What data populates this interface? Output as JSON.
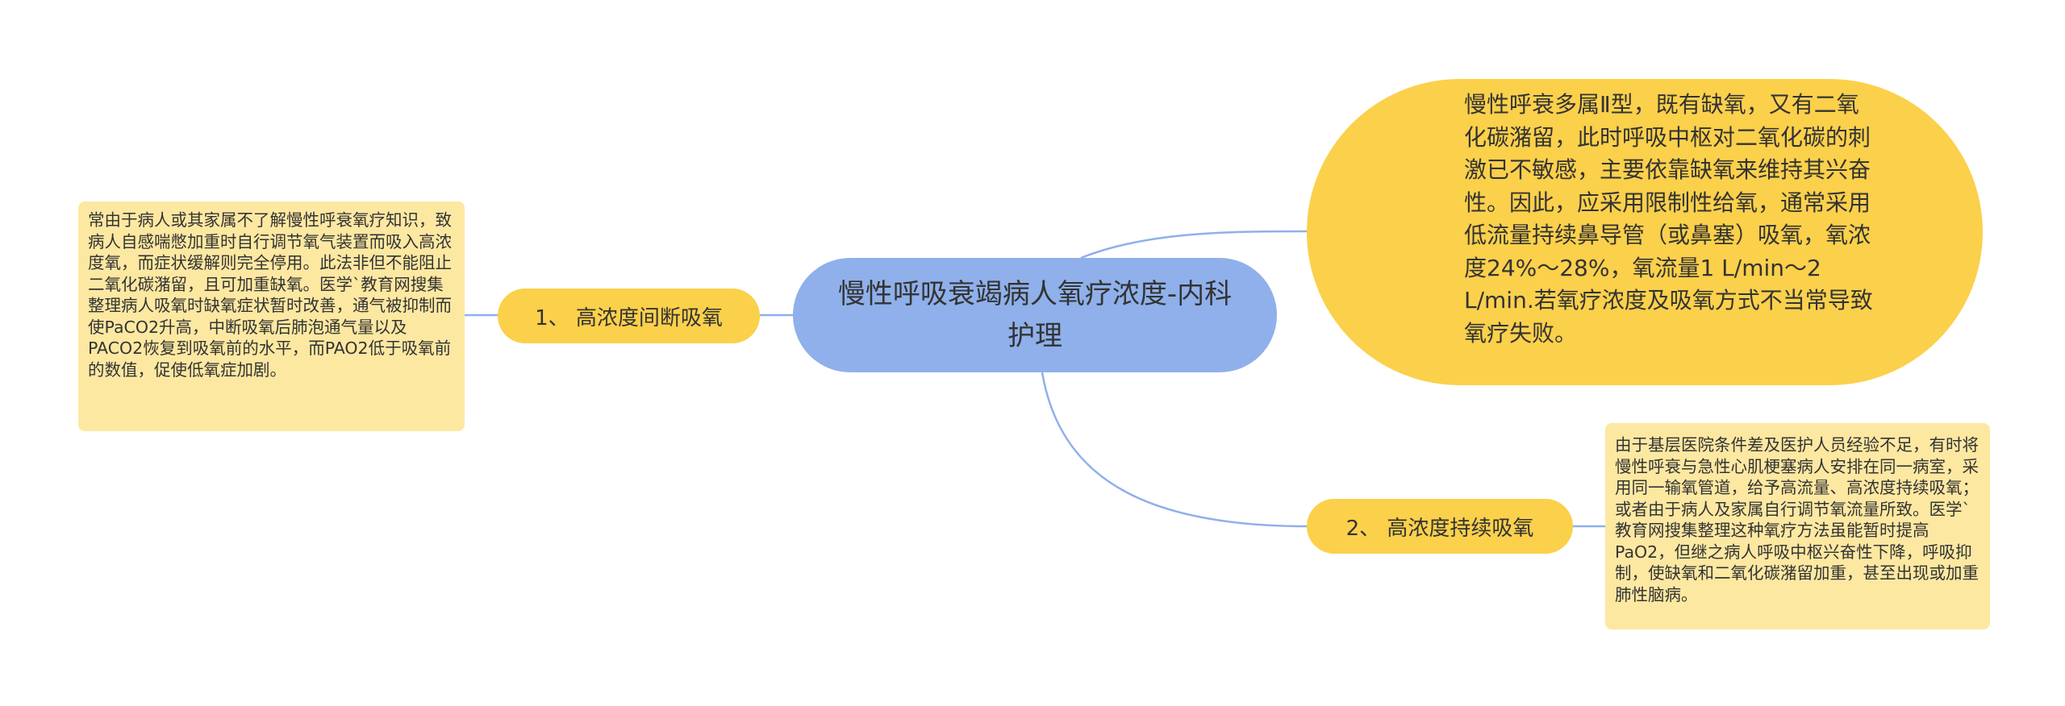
{
  "central": {
    "title": "慢性呼吸衰竭病人氧疗浓度-内科护理"
  },
  "branches": [
    {
      "label": "1、 高浓度间断吸氧"
    },
    {
      "label": "2、 高浓度持续吸氧"
    }
  ],
  "intro_bubble": {
    "text": "慢性呼衰多属Ⅱ型，既有缺氧，又有二氧化碳潴留，此时呼吸中枢对二氧化碳的刺激已不敏感，主要依靠缺氧来维持其兴奋性。因此，应采用限制性给氧，通常采用低流量持续鼻导管（或鼻塞）吸氧，氧浓度24%～28%，氧流量1 L/min～2 L/min.若氧疗浓度及吸氧方式不当常导致氧疗失败。"
  },
  "details": [
    {
      "text": "常由于病人或其家属不了解慢性呼衰氧疗知识，致病人自感喘憋加重时自行调节氧气装置而吸入高浓度氧，而症状缓解则完全停用。此法非但不能阻止二氧化碳潴留，且可加重缺氧。医学`教育网搜集整理病人吸氧时缺氧症状暂时改善，通气被抑制而使PaCO2升高，中断吸氧后肺泡通气量以及PACO2恢复到吸氧前的水平，而PAO2低于吸氧前的数值，促使低氧症加剧。"
    },
    {
      "text": "由于基层医院条件差及医护人员经验不足，有时将慢性呼衰与急性心肌梗塞病人安排在同一病室，采用同一输氧管道，给予高流量、高浓度持续吸氧；或者由于病人及家属自行调节氧流量所致。医学`教育网搜集整理这种氧疗方法虽能暂时提高PaO2，但继之病人呼吸中枢兴奋性下降，呼吸抑制，使缺氧和二氧化碳潴留加重，甚至出现或加重肺性脑病。"
    }
  ],
  "colors": {
    "central_fill": "#8fb0ea",
    "branch_fill": "#fbd04b",
    "leaf_fill": "#fde8a2",
    "connector": "#8fb0ea",
    "text": "#333333"
  }
}
